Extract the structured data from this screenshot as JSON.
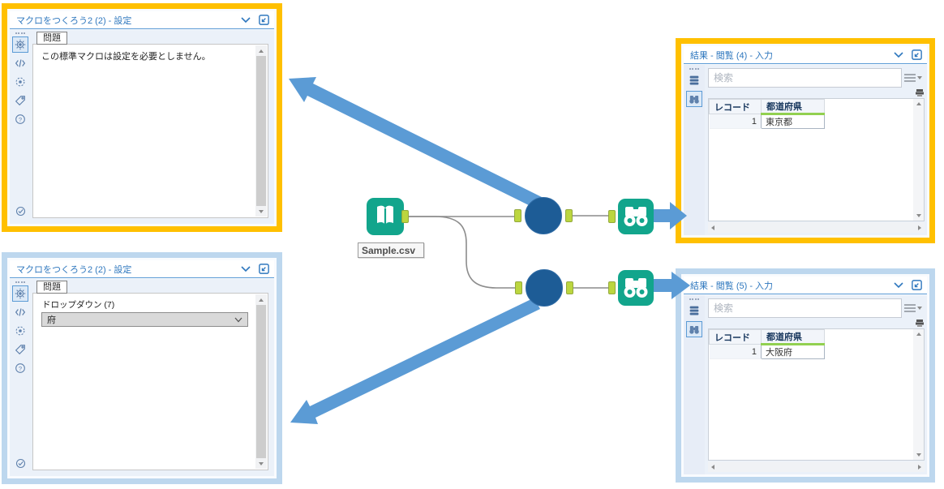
{
  "colors": {
    "highlight_orange": "#FFC000",
    "highlight_light_blue": "#BDD7EE",
    "callout_arrow_blue": "#5B9BD5",
    "macro_circle_blue": "#1D5C96",
    "tool_teal": "#12A58C",
    "anchor_green": "#BCD63F",
    "panel_title_blue": "#2E77BE",
    "column_underline_green": "#92D050"
  },
  "config_top": {
    "title": "マクロをつくろう2 (2) - 設定",
    "tab_label": "問題",
    "message": "この標準マクロは設定を必要としません。"
  },
  "config_bottom": {
    "title": "マクロをつくろう2 (2) - 設定",
    "tab_label": "問題",
    "dropdown_label": "ドロップダウン (7)",
    "dropdown_value": "府"
  },
  "results_top": {
    "title": "結果 - 閲覧 (4) - 入力",
    "search_placeholder": "検索",
    "columns": [
      "レコード",
      "都道府県"
    ],
    "rows": [
      {
        "record": "1",
        "value": "東京都"
      }
    ]
  },
  "results_bottom": {
    "title": "結果 - 閲覧 (5) - 入力",
    "search_placeholder": "検索",
    "columns": [
      "レコード",
      "都道府県"
    ],
    "rows": [
      {
        "record": "1",
        "value": "大阪府"
      }
    ]
  },
  "workflow": {
    "input_tool_label": "Sample.csv"
  },
  "icons": {
    "panel_header": [
      "chevron-down",
      "pop-out-window"
    ],
    "config_sidebar": [
      "gear",
      "code",
      "target",
      "tag",
      "question",
      "check"
    ],
    "results_sidebar": [
      "record-list",
      "binoculars"
    ],
    "results_toolbar": [
      "menu",
      "viewer-toggle"
    ],
    "tools": [
      "input-book",
      "macro-circle",
      "browse-binoculars"
    ]
  }
}
